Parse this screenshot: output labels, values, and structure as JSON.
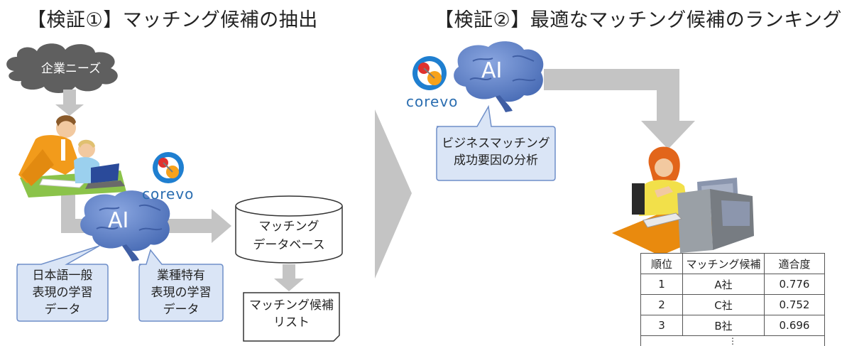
{
  "left": {
    "title": "【検証①】マッチング候補の抽出",
    "cloud_label": "企業ニーズ",
    "ai_label": "AI",
    "logo_text": "corevo",
    "callout_general": [
      "日本語一般",
      "表現の学習",
      "データ"
    ],
    "callout_industry": [
      "業種特有",
      "表現の学習",
      "データ"
    ],
    "database": [
      "マッチング",
      "データベース"
    ],
    "candidate_list": [
      "マッチング候補",
      "リスト"
    ]
  },
  "right": {
    "title": "【検証②】最適なマッチング候補のランキング",
    "ai_label": "AI",
    "logo_text": "corevo",
    "callout": [
      "ビジネスマッチング",
      "成功要因の分析"
    ],
    "table": {
      "headers": [
        "順位",
        "マッチング候補",
        "適合度"
      ],
      "rows": [
        [
          "1",
          "A社",
          "0.776"
        ],
        [
          "2",
          "C社",
          "0.752"
        ],
        [
          "3",
          "B社",
          "0.696"
        ]
      ],
      "more": "⋮"
    }
  },
  "colors": {
    "arrow": "#c4c4c4",
    "brain": "#5b7ec6",
    "callout_fill": "#dae5f6",
    "callout_border": "#6f8fc9",
    "cloud": "#5f5f5f"
  }
}
